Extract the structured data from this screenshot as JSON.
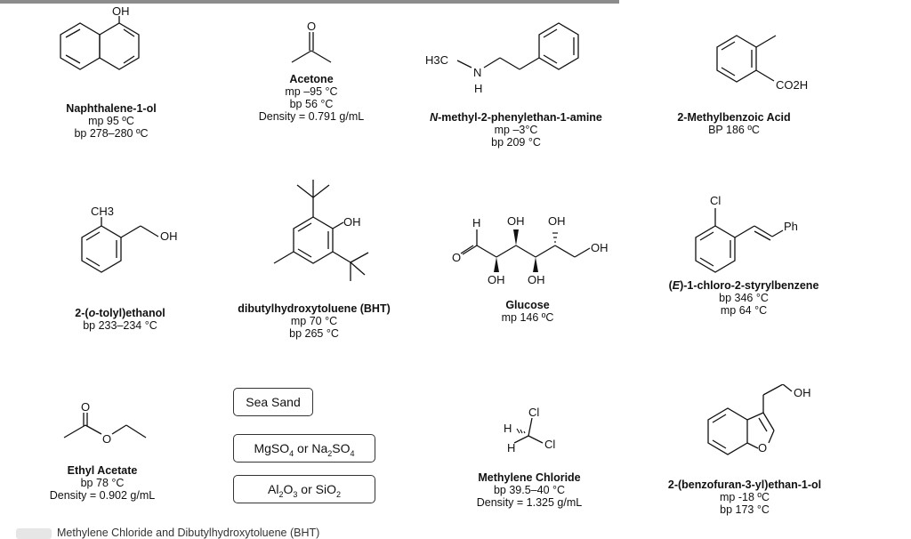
{
  "compounds": {
    "naphthol": {
      "name": "Naphthalene-1-ol",
      "p1": "mp 95 ºC",
      "p2": "bp  278–280 ºC"
    },
    "acetone": {
      "name": "Acetone",
      "p1": "mp –95 °C",
      "p2": "bp 56 °C",
      "p3": "Density = 0.791 g/mL"
    },
    "amine": {
      "name_italic": "N",
      "name_rest": "-methyl-2-phenylethan-1-amine",
      "p1": "mp –3°C",
      "p2": "bp 209 °C"
    },
    "methylbenzoic": {
      "name": "2-Methylbenzoic Acid",
      "p1": "BP 186 ºC"
    },
    "tolylethanol": {
      "name_a": "2-(",
      "name_italic": "o",
      "name_b": "-tolyl)ethanol",
      "p1": "bp 233–234 °C"
    },
    "bht": {
      "name": "dibutylhydroxytoluene (BHT)",
      "p1": "mp 70 °C",
      "p2": "bp 265 °C"
    },
    "glucose": {
      "name": "Glucose",
      "p1": "mp 146 ºC"
    },
    "styryl": {
      "name_a": "(",
      "name_italic": "E",
      "name_b": ")-1-chloro-2-styrylbenzene",
      "p1": "bp 346 °C",
      "p2": "mp 64 °C"
    },
    "ethylacetate": {
      "name": "Ethyl Acetate",
      "p1": "bp 78 °C",
      "p2": "Density = 0.902 g/mL"
    },
    "dcm": {
      "name": "Methylene Chloride",
      "p1": "bp 39.5–40 °C",
      "p2": "Density = 1.325 g/mL"
    },
    "benzofuran": {
      "name": "2-(benzofuran-3-yl)ethan-1-ol",
      "p1": "mp -18 ºC",
      "p2": "bp 173 °C"
    }
  },
  "atoms": {
    "OH": "OH",
    "O": "O",
    "H": "H",
    "N": "N",
    "Cl": "Cl",
    "Ph": "Ph",
    "H3C": "H3C",
    "CH3": "CH3",
    "CO2H": "CO2H"
  },
  "reagents": {
    "sand": "Sea Sand",
    "drying": "MgSO4 or Na2SO4",
    "adsorbent": "Al2O3 or SiO2"
  },
  "footer": {
    "text": "Methylene Chloride and Dibutylhydroxytoluene (BHT)"
  }
}
